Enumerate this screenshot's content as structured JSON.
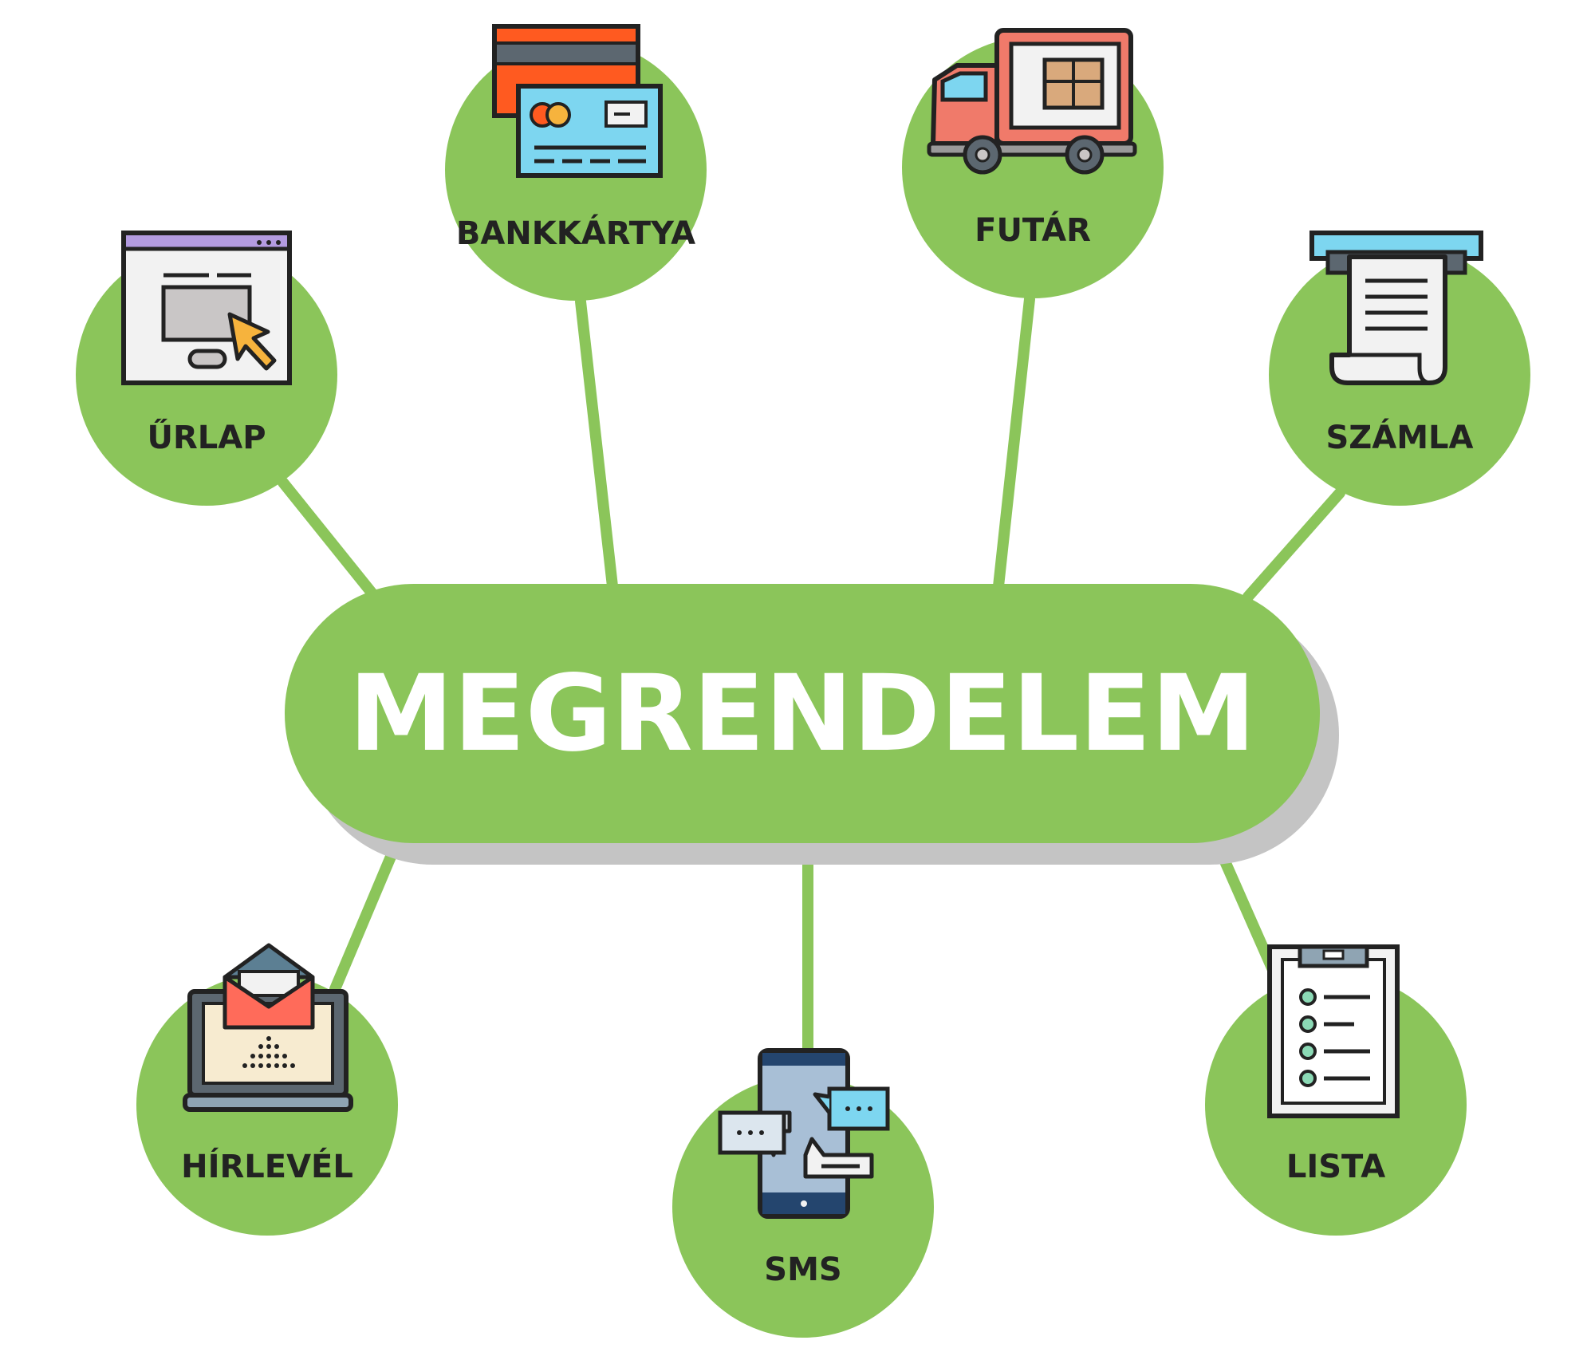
{
  "hub": {
    "label": "MEGRENDELEM"
  },
  "nodes": [
    {
      "label": "ŰRLAP",
      "icon": "web-form-cursor-icon"
    },
    {
      "label": "BANKKÁRTYA",
      "icon": "bank-cards-icon"
    },
    {
      "label": "FUTÁR",
      "icon": "delivery-truck-icon"
    },
    {
      "label": "SZÁMLA",
      "icon": "receipt-icon"
    },
    {
      "label": "HÍRLEVÉL",
      "icon": "laptop-email-icon"
    },
    {
      "label": "SMS",
      "icon": "phone-chat-icon"
    },
    {
      "label": "LISTA",
      "icon": "clipboard-checklist-icon"
    }
  ],
  "colors": {
    "node_fill": "#8bc55a",
    "connector": "#8bc55a",
    "hub_fill": "#8bc55a",
    "hub_shadow": "#c4c4c4",
    "label_text": "#222222",
    "hub_text": "#ffffff"
  }
}
